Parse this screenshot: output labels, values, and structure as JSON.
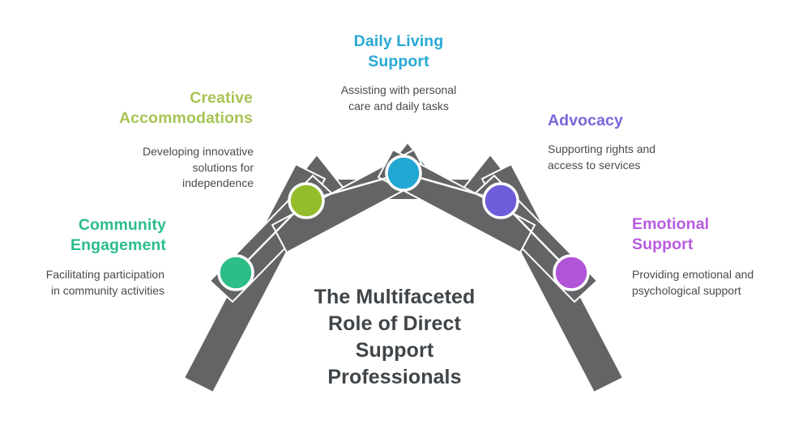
{
  "diagram": {
    "background": "#ffffff",
    "band_color": "#626466",
    "desc_color": "#4A4A4A",
    "center_title_lines": [
      "The Multifaceted",
      "Role of Direct",
      "Support",
      "Professionals"
    ],
    "center_title_color": "#404549",
    "nodes": [
      {
        "id": "community-engagement",
        "title_lines": [
          "Community",
          "Engagement"
        ],
        "title_color": "#2BBD8C",
        "circle_color": "#2DBD87",
        "desc_lines": [
          "Facilitating participation",
          "in community activities"
        ]
      },
      {
        "id": "creative-accommodations",
        "title_lines": [
          "Creative",
          "Accommodations"
        ],
        "title_color": "#A6C455",
        "circle_color": "#93BD2A",
        "desc_lines": [
          "Developing innovative",
          "solutions for",
          "independence"
        ]
      },
      {
        "id": "daily-living-support",
        "title_lines": [
          "Daily Living",
          "Support"
        ],
        "title_color": "#29A9D4",
        "circle_color": "#22A6D2",
        "desc_lines": [
          "Assisting with personal",
          "care and daily tasks"
        ]
      },
      {
        "id": "advocacy",
        "title_lines": [
          "Advocacy"
        ],
        "title_color": "#7767DA",
        "circle_color": "#6E5DDB",
        "desc_lines": [
          "Supporting rights and",
          "access to services"
        ]
      },
      {
        "id": "emotional-support",
        "title_lines": [
          "Emotional",
          "Support"
        ],
        "title_color": "#B85BDF",
        "circle_color": "#B254D8",
        "desc_lines": [
          "Providing emotional and",
          "psychological support"
        ]
      }
    ]
  }
}
